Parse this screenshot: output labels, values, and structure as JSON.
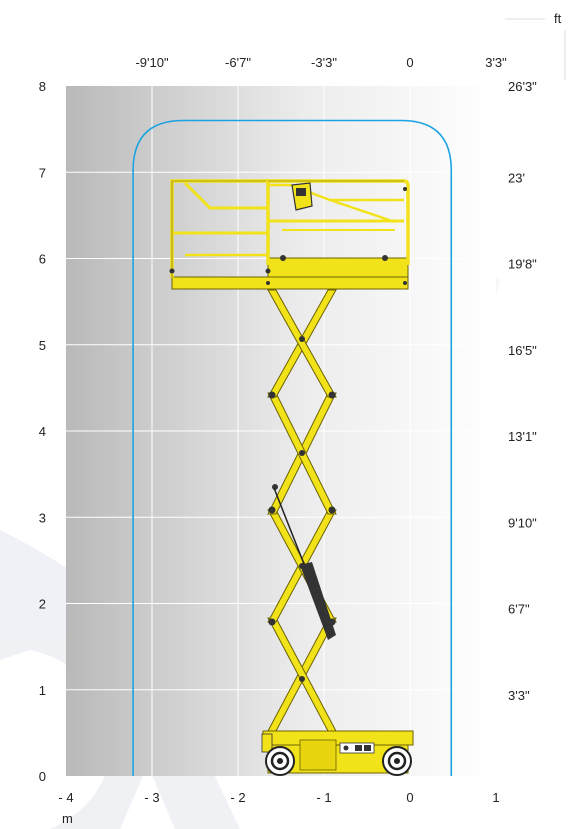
{
  "units": {
    "top_right": "ft",
    "bottom_left": "m"
  },
  "y_axis_m": {
    "min": 0,
    "max": 8,
    "ticks": [
      "0",
      "1",
      "2",
      "3",
      "4",
      "5",
      "6",
      "7",
      "8"
    ]
  },
  "x_axis_m": {
    "min": -4,
    "max": 1,
    "ticks": [
      "- 4",
      "- 3",
      "- 2",
      "- 1",
      "0",
      "1"
    ]
  },
  "y_axis_ft": {
    "ticks": [
      "3'3\"",
      "6'7\"",
      "9'10\"",
      "13'1\"",
      "16'5\"",
      "19'8\"",
      "23'",
      "26'3\""
    ]
  },
  "x_axis_ft": {
    "ticks": [
      "-9'10\"",
      "-6'7\"",
      "-3'3\"",
      "0",
      "3'3\""
    ]
  },
  "colors": {
    "envelope": "#1aa3e0",
    "lift": "#f2e21a",
    "lift_outline": "#6b6200",
    "grid": "#ffffff",
    "background_dark": "#bdbdbd",
    "background_light": "#ffffff"
  },
  "envelope": {
    "x_left_m": -3.22,
    "x_right_m": 0.48,
    "top_m": 7.6,
    "bottom_m": 0
  }
}
